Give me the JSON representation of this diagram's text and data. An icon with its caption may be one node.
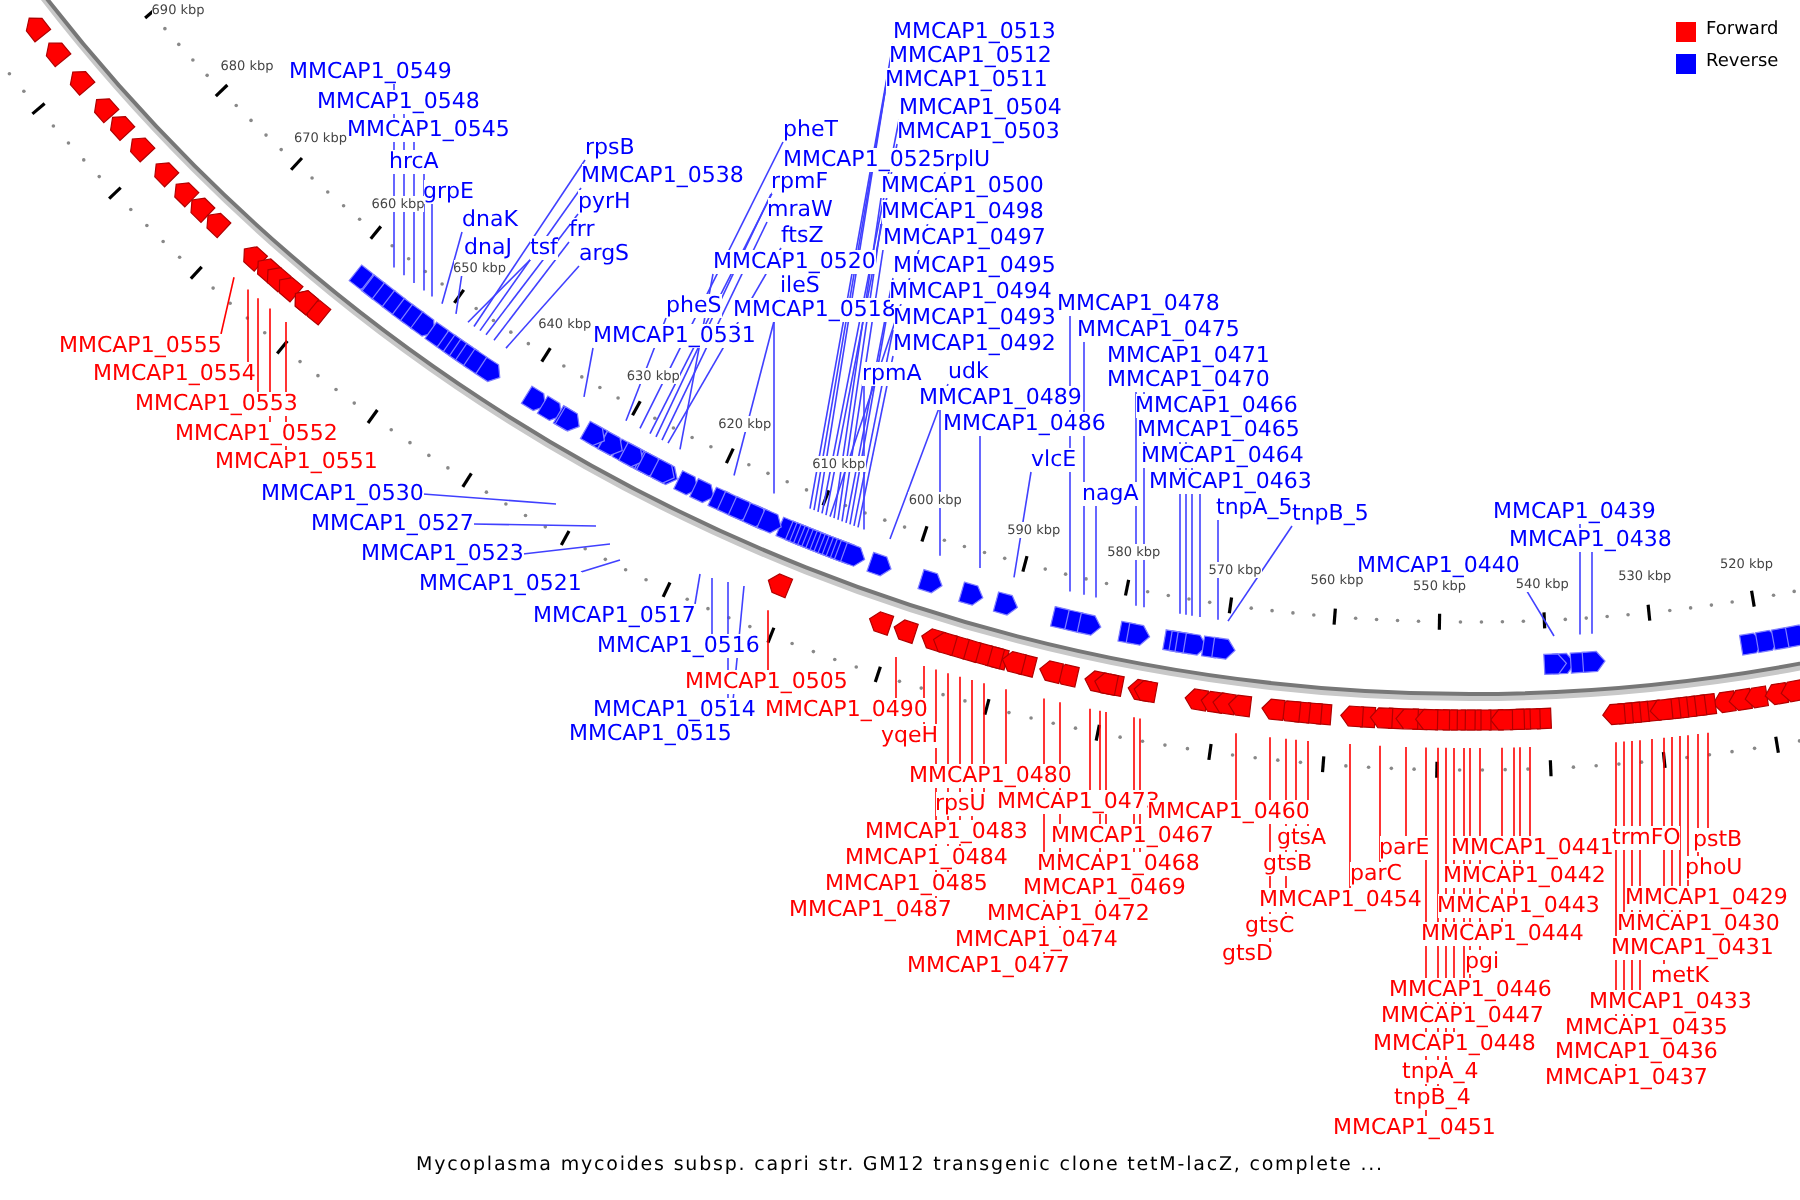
{
  "diagram": {
    "caption": "Mycoplasma mycoides subsp. capri str. GM12 transgenic clone tetM-lacZ, complete ...",
    "nodes": [
      {
        "text": [
          "MMCAP1_0549"
        ]
      },
      {
        "text": [
          "MMCAP1_0548"
        ]
      },
      {
        "text": [
          "MMCAP1_0545"
        ]
      },
      {
        "text": [
          "hrcA"
        ]
      },
      {
        "text": [
          "grpE"
        ]
      },
      {
        "text": [
          "dnaK"
        ]
      },
      {
        "text": [
          "dnaJ"
        ]
      },
      {
        "text": [
          "tsf"
        ]
      },
      {
        "text": [
          "rpsB"
        ]
      },
      {
        "text": [
          "MMCAP1_0538"
        ]
      },
      {
        "text": [
          "pyrH"
        ]
      },
      {
        "text": [
          "frr"
        ]
      },
      {
        "text": [
          "argS"
        ]
      },
      {
        "text": [
          "pheT"
        ]
      },
      {
        "text": [
          "MMCAP1_0525"
        ]
      },
      {
        "text": [
          "rpmF"
        ]
      },
      {
        "text": [
          "mraW"
        ]
      },
      {
        "text": [
          "ftsZ"
        ]
      },
      {
        "text": [
          "MMCAP1_0520"
        ]
      },
      {
        "text": [
          "pheS"
        ]
      },
      {
        "text": [
          "MMCAP1_0531"
        ]
      },
      {
        "text": [
          "ileS"
        ]
      },
      {
        "text": [
          "MMCAP1_0518"
        ]
      },
      {
        "text": [
          "MMCAP1_0513"
        ]
      },
      {
        "text": [
          "MMCAP1_0512"
        ]
      },
      {
        "text": [
          "MMCAP1_0511"
        ]
      },
      {
        "text": [
          "MMCAP1_0504"
        ]
      },
      {
        "text": [
          "MMCAP1_0503"
        ]
      },
      {
        "text": [
          "rplU"
        ]
      },
      {
        "text": [
          "MMCAP1_0500"
        ]
      },
      {
        "text": [
          "MMCAP1_0498"
        ]
      },
      {
        "text": [
          "MMCAP1_0497"
        ]
      },
      {
        "text": [
          "MMCAP1_0495"
        ]
      },
      {
        "text": [
          "MMCAP1_0494"
        ]
      },
      {
        "text": [
          "MMCAP1_0493"
        ]
      },
      {
        "text": [
          "MMCAP1_0492"
        ]
      },
      {
        "text": [
          "rpmA"
        ]
      },
      {
        "text": [
          "udk"
        ]
      },
      {
        "text": [
          "MMCAP1_0489"
        ]
      },
      {
        "text": [
          "MMCAP1_0486"
        ]
      },
      {
        "text": [
          "vlcE"
        ]
      },
      {
        "text": [
          "MMCAP1_0478"
        ]
      },
      {
        "text": [
          "MMCAP1_0475"
        ]
      },
      {
        "text": [
          "nagA"
        ]
      },
      {
        "text": [
          "MMCAP1_0471"
        ]
      },
      {
        "text": [
          "MMCAP1_0470"
        ]
      },
      {
        "text": [
          "MMCAP1_0466"
        ]
      },
      {
        "text": [
          "MMCAP1_0465"
        ]
      },
      {
        "text": [
          "MMCAP1_0464"
        ]
      },
      {
        "text": [
          "MMCAP1_0463"
        ]
      },
      {
        "text": [
          "tnpA_5"
        ]
      },
      {
        "text": [
          "tnpB_5"
        ]
      },
      {
        "text": [
          "MMCAP1_0440"
        ]
      },
      {
        "text": [
          "MMCAP1_0439"
        ]
      },
      {
        "text": [
          "MMCAP1_0438"
        ]
      },
      {
        "text": [
          "MMCAP1_0530"
        ]
      },
      {
        "text": [
          "MMCAP1_0527"
        ]
      },
      {
        "text": [
          "MMCAP1_0523"
        ]
      },
      {
        "text": [
          "MMCAP1_0521"
        ]
      },
      {
        "text": [
          "MMCAP1_0517"
        ]
      },
      {
        "text": [
          "MMCAP1_0516"
        ]
      },
      {
        "text": [
          "MMCAP1_0514"
        ]
      },
      {
        "text": [
          "MMCAP1_0515"
        ]
      },
      {
        "text": [
          "MMCAP1_0555"
        ]
      },
      {
        "text": [
          "MMCAP1_0554"
        ]
      },
      {
        "text": [
          "MMCAP1_0553"
        ]
      },
      {
        "text": [
          "MMCAP1_0552"
        ]
      },
      {
        "text": [
          "MMCAP1_0551"
        ]
      },
      {
        "text": [
          "MMCAP1_0505"
        ]
      },
      {
        "text": [
          "MMCAP1_0490"
        ]
      },
      {
        "text": [
          "yqeH"
        ]
      },
      {
        "text": [
          "MMCAP1_0480"
        ]
      },
      {
        "text": [
          "rpsU"
        ]
      },
      {
        "text": [
          "MMCAP1_0483"
        ]
      },
      {
        "text": [
          "MMCAP1_0484"
        ]
      },
      {
        "text": [
          "MMCAP1_0485"
        ]
      },
      {
        "text": [
          "MMCAP1_0487"
        ]
      },
      {
        "text": [
          "MMCAP1_0473"
        ]
      },
      {
        "text": [
          "MMCAP1_0467"
        ]
      },
      {
        "text": [
          "MMCAP1_0468"
        ]
      },
      {
        "text": [
          "MMCAP1_0469"
        ]
      },
      {
        "text": [
          "MMCAP1_0472"
        ]
      },
      {
        "text": [
          "MMCAP1_0474"
        ]
      },
      {
        "text": [
          "MMCAP1_0477"
        ]
      },
      {
        "text": [
          "MMCAP1_0460"
        ]
      },
      {
        "text": [
          "gtsA"
        ]
      },
      {
        "text": [
          "gtsB"
        ]
      },
      {
        "text": [
          "gtsC"
        ]
      },
      {
        "text": [
          "gtsD"
        ]
      },
      {
        "text": [
          "parE"
        ]
      },
      {
        "text": [
          "parC"
        ]
      },
      {
        "text": [
          "MMCAP1_0454"
        ]
      },
      {
        "text": [
          "MMCAP1_0441"
        ]
      },
      {
        "text": [
          "MMCAP1_0442"
        ]
      },
      {
        "text": [
          "MMCAP1_0443"
        ]
      },
      {
        "text": [
          "MMCAP1_0444"
        ]
      },
      {
        "text": [
          "pgi"
        ]
      },
      {
        "text": [
          "MMCAP1_0446"
        ]
      },
      {
        "text": [
          "MMCAP1_0447"
        ]
      },
      {
        "text": [
          "MMCAP1_0448"
        ]
      },
      {
        "text": [
          "tnpA_4"
        ]
      },
      {
        "text": [
          "tnpB_4"
        ]
      },
      {
        "text": [
          "MMCAP1_0451"
        ]
      },
      {
        "text": [
          "trmFO"
        ]
      },
      {
        "text": [
          "pstB"
        ]
      },
      {
        "text": [
          "phoU"
        ]
      },
      {
        "text": [
          "MMCAP1_0429"
        ]
      },
      {
        "text": [
          "MMCAP1_0430"
        ]
      },
      {
        "text": [
          "MMCAP1_0431"
        ]
      },
      {
        "text": [
          "metK"
        ]
      },
      {
        "text": [
          "MMCAP1_0433"
        ]
      },
      {
        "text": [
          "MMCAP1_0435"
        ]
      },
      {
        "text": [
          "MMCAP1_0436"
        ]
      },
      {
        "text": [
          "MMCAP1_0437"
        ]
      }
    ],
    "edges": [
      {
        "from": 0,
        "to": null,
        "arrow": "none"
      },
      {
        "from": 1,
        "to": null,
        "arrow": "none"
      },
      {
        "from": 2,
        "to": null,
        "arrow": "none"
      },
      {
        "from": 3,
        "to": null,
        "arrow": "none"
      },
      {
        "from": 4,
        "to": null,
        "arrow": "none"
      },
      {
        "from": 5,
        "to": null,
        "arrow": "none"
      },
      {
        "from": 6,
        "to": null,
        "arrow": "none"
      },
      {
        "from": 7,
        "to": null,
        "arrow": "none"
      },
      {
        "from": 8,
        "to": null,
        "arrow": "none"
      },
      {
        "from": 9,
        "to": null,
        "arrow": "none"
      },
      {
        "from": 10,
        "to": null,
        "arrow": "none"
      },
      {
        "from": 11,
        "to": null,
        "arrow": "none"
      },
      {
        "from": 12,
        "to": null,
        "arrow": "none"
      },
      {
        "from": 13,
        "to": null,
        "arrow": "none"
      },
      {
        "from": 14,
        "to": null,
        "arrow": "none"
      },
      {
        "from": 15,
        "to": null,
        "arrow": "none"
      },
      {
        "from": 16,
        "to": null,
        "arrow": "none"
      },
      {
        "from": 17,
        "to": null,
        "arrow": "none"
      },
      {
        "from": 18,
        "to": null,
        "arrow": "none"
      },
      {
        "from": 19,
        "to": null,
        "arrow": "none"
      },
      {
        "from": 20,
        "to": null,
        "arrow": "none"
      },
      {
        "from": 21,
        "to": null,
        "arrow": "none"
      },
      {
        "from": 22,
        "to": null,
        "arrow": "none"
      },
      {
        "from": 23,
        "to": null,
        "arrow": "none"
      },
      {
        "from": 24,
        "to": null,
        "arrow": "none"
      },
      {
        "from": 25,
        "to": null,
        "arrow": "none"
      },
      {
        "from": 26,
        "to": null,
        "arrow": "none"
      },
      {
        "from": 27,
        "to": null,
        "arrow": "none"
      },
      {
        "from": 28,
        "to": null,
        "arrow": "none"
      },
      {
        "from": 29,
        "to": null,
        "arrow": "none"
      },
      {
        "from": 30,
        "to": null,
        "arrow": "none"
      },
      {
        "from": 31,
        "to": null,
        "arrow": "none"
      },
      {
        "from": 32,
        "to": null,
        "arrow": "none"
      },
      {
        "from": 33,
        "to": null,
        "arrow": "none"
      },
      {
        "from": 34,
        "to": null,
        "arrow": "none"
      },
      {
        "from": 35,
        "to": null,
        "arrow": "none"
      },
      {
        "from": 36,
        "to": null,
        "arrow": "none"
      },
      {
        "from": 37,
        "to": null,
        "arrow": "none"
      },
      {
        "from": 38,
        "to": null,
        "arrow": "none"
      },
      {
        "from": 39,
        "to": null,
        "arrow": "none"
      },
      {
        "from": 40,
        "to": null,
        "arrow": "none"
      },
      {
        "from": 41,
        "to": null,
        "arrow": "none"
      },
      {
        "from": 42,
        "to": null,
        "arrow": "none"
      },
      {
        "from": 43,
        "to": null,
        "arrow": "none"
      },
      {
        "from": 44,
        "to": null,
        "arrow": "none"
      },
      {
        "from": 45,
        "to": null,
        "arrow": "none"
      },
      {
        "from": 46,
        "to": null,
        "arrow": "none"
      },
      {
        "from": 47,
        "to": null,
        "arrow": "none"
      },
      {
        "from": 48,
        "to": null,
        "arrow": "none"
      },
      {
        "from": 49,
        "to": null,
        "arrow": "none"
      },
      {
        "from": 50,
        "to": null,
        "arrow": "none"
      },
      {
        "from": 51,
        "to": null,
        "arrow": "none"
      },
      {
        "from": 52,
        "to": null,
        "arrow": "none"
      },
      {
        "from": 53,
        "to": null,
        "arrow": "none"
      },
      {
        "from": 54,
        "to": null,
        "arrow": "none"
      },
      {
        "from": 55,
        "to": null,
        "arrow": "none"
      },
      {
        "from": 56,
        "to": null,
        "arrow": "none"
      },
      {
        "from": 57,
        "to": null,
        "arrow": "none"
      },
      {
        "from": 58,
        "to": null,
        "arrow": "none"
      },
      {
        "from": 59,
        "to": null,
        "arrow": "none"
      },
      {
        "from": 60,
        "to": null,
        "arrow": "none"
      },
      {
        "from": 61,
        "to": null,
        "arrow": "none"
      },
      {
        "from": 62,
        "to": null,
        "arrow": "none"
      },
      {
        "from": 63,
        "to": null,
        "arrow": "none",
        "color": "#ff0000"
      },
      {
        "from": 64,
        "to": null,
        "arrow": "none",
        "color": "#ff0000"
      },
      {
        "from": 65,
        "to": null,
        "arrow": "none",
        "color": "#ff0000"
      },
      {
        "from": 66,
        "to": null,
        "arrow": "none",
        "color": "#ff0000"
      },
      {
        "from": 67,
        "to": null,
        "arrow": "none",
        "color": "#ff0000"
      },
      {
        "from": 68,
        "to": null,
        "arrow": "none",
        "color": "#ff0000"
      },
      {
        "from": 69,
        "to": null,
        "arrow": "none",
        "color": "#ff0000"
      },
      {
        "from": 70,
        "to": null,
        "arrow": "none",
        "color": "#ff0000"
      },
      {
        "from": 71,
        "to": null,
        "arrow": "none",
        "color": "#ff0000"
      },
      {
        "from": 72,
        "to": null,
        "arrow": "none",
        "color": "#ff0000"
      },
      {
        "from": 73,
        "to": null,
        "arrow": "none",
        "color": "#ff0000"
      },
      {
        "from": 74,
        "to": null,
        "arrow": "none",
        "color": "#ff0000"
      },
      {
        "from": 75,
        "to": null,
        "arrow": "none",
        "color": "#ff0000"
      },
      {
        "from": 76,
        "to": null,
        "arrow": "none",
        "color": "#ff0000"
      },
      {
        "from": 77,
        "to": null,
        "arrow": "none",
        "color": "#ff0000"
      },
      {
        "from": 78,
        "to": null,
        "arrow": "none",
        "color": "#ff0000"
      },
      {
        "from": 79,
        "to": null,
        "arrow": "none",
        "color": "#ff0000"
      },
      {
        "from": 80,
        "to": null,
        "arrow": "none",
        "color": "#ff0000"
      },
      {
        "from": 81,
        "to": null,
        "arrow": "none",
        "color": "#ff0000"
      },
      {
        "from": 82,
        "to": null,
        "arrow": "none",
        "color": "#ff0000"
      },
      {
        "from": 83,
        "to": null,
        "arrow": "none",
        "color": "#ff0000"
      },
      {
        "from": 84,
        "to": null,
        "arrow": "none",
        "color": "#ff0000"
      },
      {
        "from": 85,
        "to": null,
        "arrow": "none",
        "color": "#ff0000"
      },
      {
        "from": 86,
        "to": null,
        "arrow": "none",
        "color": "#ff0000"
      },
      {
        "from": 87,
        "to": null,
        "arrow": "none",
        "color": "#ff0000"
      },
      {
        "from": 88,
        "to": null,
        "arrow": "none",
        "color": "#ff0000"
      },
      {
        "from": 89,
        "to": null,
        "arrow": "none",
        "color": "#ff0000"
      },
      {
        "from": 90,
        "to": null,
        "arrow": "none",
        "color": "#ff0000"
      },
      {
        "from": 91,
        "to": null,
        "arrow": "none",
        "color": "#ff0000"
      },
      {
        "from": 92,
        "to": null,
        "arrow": "none",
        "color": "#ff0000"
      },
      {
        "from": 93,
        "to": null,
        "arrow": "none",
        "color": "#ff0000"
      },
      {
        "from": 94,
        "to": null,
        "arrow": "none",
        "color": "#ff0000"
      },
      {
        "from": 95,
        "to": null,
        "arrow": "none",
        "color": "#ff0000"
      },
      {
        "from": 96,
        "to": null,
        "arrow": "none",
        "color": "#ff0000"
      },
      {
        "from": 97,
        "to": null,
        "arrow": "none",
        "color": "#ff0000"
      },
      {
        "from": 98,
        "to": null,
        "arrow": "none",
        "color": "#ff0000"
      },
      {
        "from": 99,
        "to": null,
        "arrow": "none",
        "color": "#ff0000"
      },
      {
        "from": 100,
        "to": null,
        "arrow": "none",
        "color": "#ff0000"
      },
      {
        "from": 101,
        "to": null,
        "arrow": "none",
        "color": "#ff0000"
      },
      {
        "from": 102,
        "to": null,
        "arrow": "none",
        "color": "#ff0000"
      },
      {
        "from": 103,
        "to": null,
        "arrow": "none",
        "color": "#ff0000"
      },
      {
        "from": 104,
        "to": null,
        "arrow": "none",
        "color": "#ff0000"
      },
      {
        "from": 105,
        "to": null,
        "arrow": "none",
        "color": "#ff0000"
      },
      {
        "from": 106,
        "to": null,
        "arrow": "none",
        "color": "#ff0000"
      },
      {
        "from": 107,
        "to": null,
        "arrow": "none",
        "color": "#ff0000"
      },
      {
        "from": 108,
        "to": null,
        "arrow": "none",
        "color": "#ff0000"
      },
      {
        "from": 109,
        "to": null,
        "arrow": "none",
        "color": "#ff0000"
      },
      {
        "from": 110,
        "to": null,
        "arrow": "none",
        "color": "#ff0000"
      },
      {
        "from": 111,
        "to": null,
        "arrow": "none",
        "color": "#ff0000"
      },
      {
        "from": 112,
        "to": null,
        "arrow": "none",
        "color": "#ff0000"
      },
      {
        "from": 113,
        "to": null,
        "arrow": "none",
        "color": "#ff0000"
      }
    ],
    "labels": [
      "690 kbp",
      "680 kbp",
      "670 kbp",
      "660 kbp",
      "650 kbp",
      "640 kbp",
      "630 kbp",
      "620 kbp",
      "610 kbp",
      "600 kbp",
      "590 kbp",
      "580 kbp",
      "570 kbp",
      "560 kbp",
      "550 kbp",
      "540 kbp",
      "530 kbp",
      "520 kbp"
    ],
    "legend": [
      {
        "text": "Forward",
        "color": "#ff0000"
      },
      {
        "text": "Reverse",
        "color": "#0000ff"
      }
    ]
  }
}
